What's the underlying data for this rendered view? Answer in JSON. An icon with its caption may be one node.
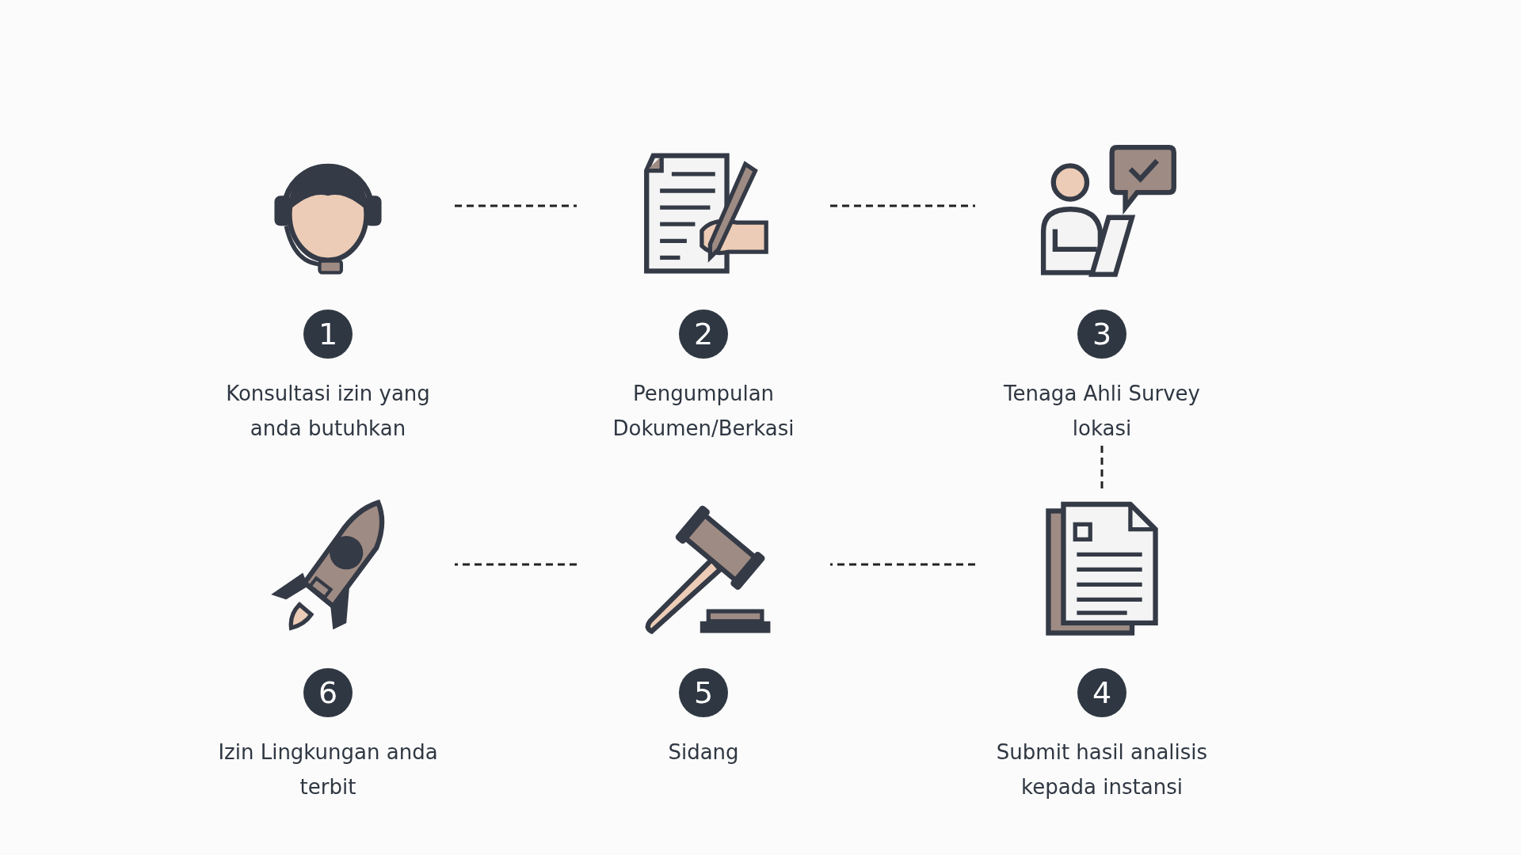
{
  "diagram": {
    "nodes": [
      {
        "text": [
          "1",
          "Konsultasi izin yang anda butuhkan"
        ]
      },
      {
        "text": [
          "2",
          "Pengumpulan Dokumen/Berkasi"
        ]
      },
      {
        "text": [
          "3",
          "Tenaga Ahli Survey lokasi"
        ]
      },
      {
        "text": [
          "4",
          "Submit hasil analisis kepada instansi"
        ]
      },
      {
        "text": [
          "5",
          "Sidang"
        ]
      },
      {
        "text": [
          "6",
          "Izin Lingkungan anda terbit"
        ]
      }
    ],
    "edges": [
      {
        "from": 0,
        "to": 1,
        "arrow": "none",
        "style": "dashed"
      },
      {
        "from": 1,
        "to": 2,
        "arrow": "none",
        "style": "dashed"
      },
      {
        "from": 2,
        "to": 3,
        "arrow": "none",
        "style": "dashed"
      },
      {
        "from": 3,
        "to": 4,
        "arrow": "none",
        "style": "dashed"
      },
      {
        "from": 4,
        "to": 5,
        "arrow": "none",
        "style": "dashed"
      }
    ]
  }
}
